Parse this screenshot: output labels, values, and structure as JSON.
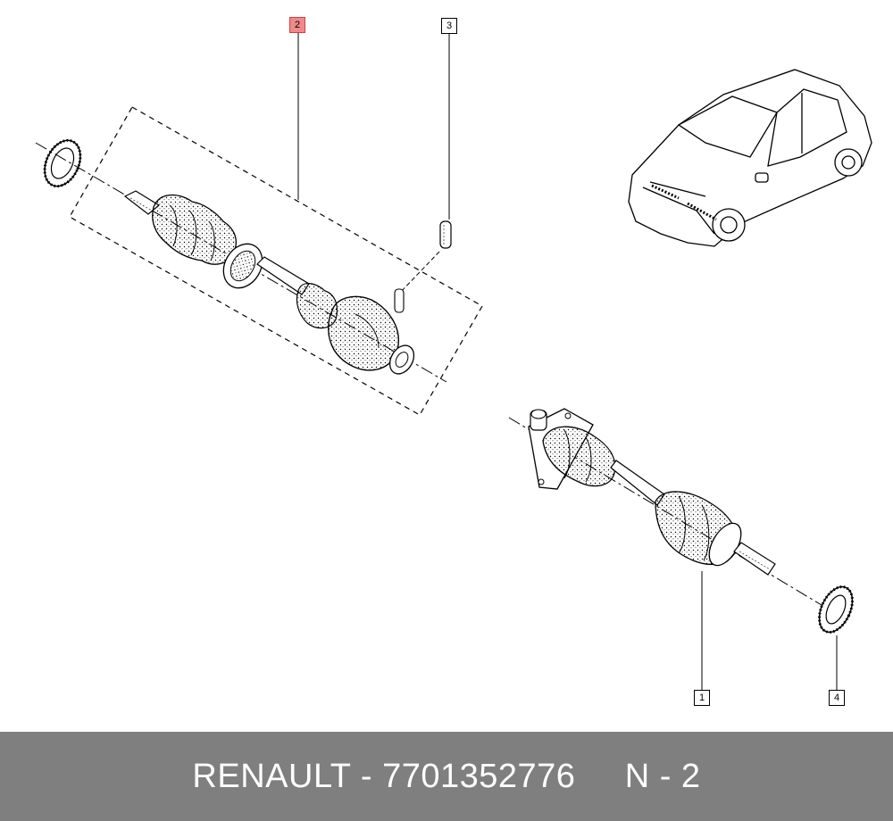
{
  "callouts": {
    "c1": "1",
    "c2": "2",
    "c3": "3",
    "c4": "4"
  },
  "colors": {
    "highlight": "#f08a8a",
    "footer_bg": "#7f7f7f",
    "footer_text": "#ffffff"
  },
  "footer": {
    "brand": "RENAULT",
    "separator": "-",
    "part_number": "7701352776",
    "position_label": "N - 2"
  }
}
